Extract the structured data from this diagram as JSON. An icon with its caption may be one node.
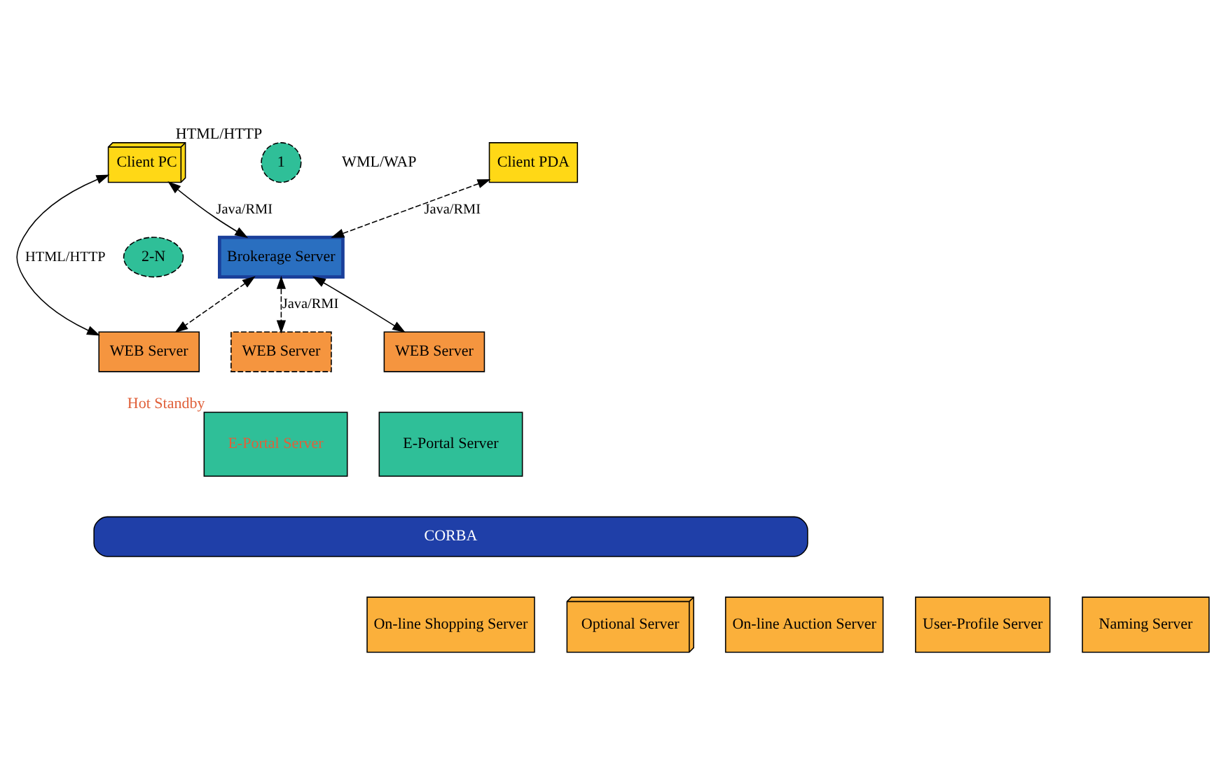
{
  "diagram": {
    "nodes": [
      {
        "text": [
          "Client PC"
        ]
      },
      {
        "text": [
          "1"
        ],
        "beside": [
          "HTML/HTTP"
        ]
      },
      {
        "text": [
          "2-N"
        ]
      },
      {
        "text": [
          "Client PDA"
        ]
      },
      {
        "text": [
          "Brokerage Server"
        ]
      },
      {
        "text": [
          "WEB Server"
        ]
      },
      {
        "text": [
          "WEB Server"
        ]
      },
      {
        "text": [
          "WEB Server"
        ]
      },
      {
        "text": [
          "E-Portal Server"
        ]
      },
      {
        "text": [
          "E-Portal Server"
        ],
        "beside": [
          "Hot Standby"
        ]
      },
      {
        "text": [
          "CORBA"
        ]
      },
      {
        "text": [
          "Optional Server"
        ]
      },
      {
        "text": [
          "On-line Auction Server"
        ]
      },
      {
        "text": [
          "On-line Shopping Server"
        ]
      },
      {
        "text": [
          "User-Profile Server"
        ]
      },
      {
        "text": [
          "Naming Server"
        ]
      }
    ],
    "edges": [
      {
        "from": 0,
        "to": 4,
        "arrow": "both",
        "label": "Java/RMI"
      },
      {
        "from": 0,
        "to": 5,
        "arrow": "both",
        "label": "HTML/HTTP"
      },
      {
        "from": 3,
        "to": 4,
        "arrow": "both",
        "style": "dashed",
        "label": "Java/RMI"
      },
      {
        "from": 4,
        "to": 5,
        "arrow": "both",
        "style": "dashed"
      },
      {
        "from": 4,
        "to": 6,
        "arrow": "both"
      },
      {
        "from": 4,
        "to": 7,
        "arrow": "both",
        "style": "dashed",
        "label": "Java/RMI"
      }
    ],
    "labels": [
      "WML/WAP"
    ]
  }
}
